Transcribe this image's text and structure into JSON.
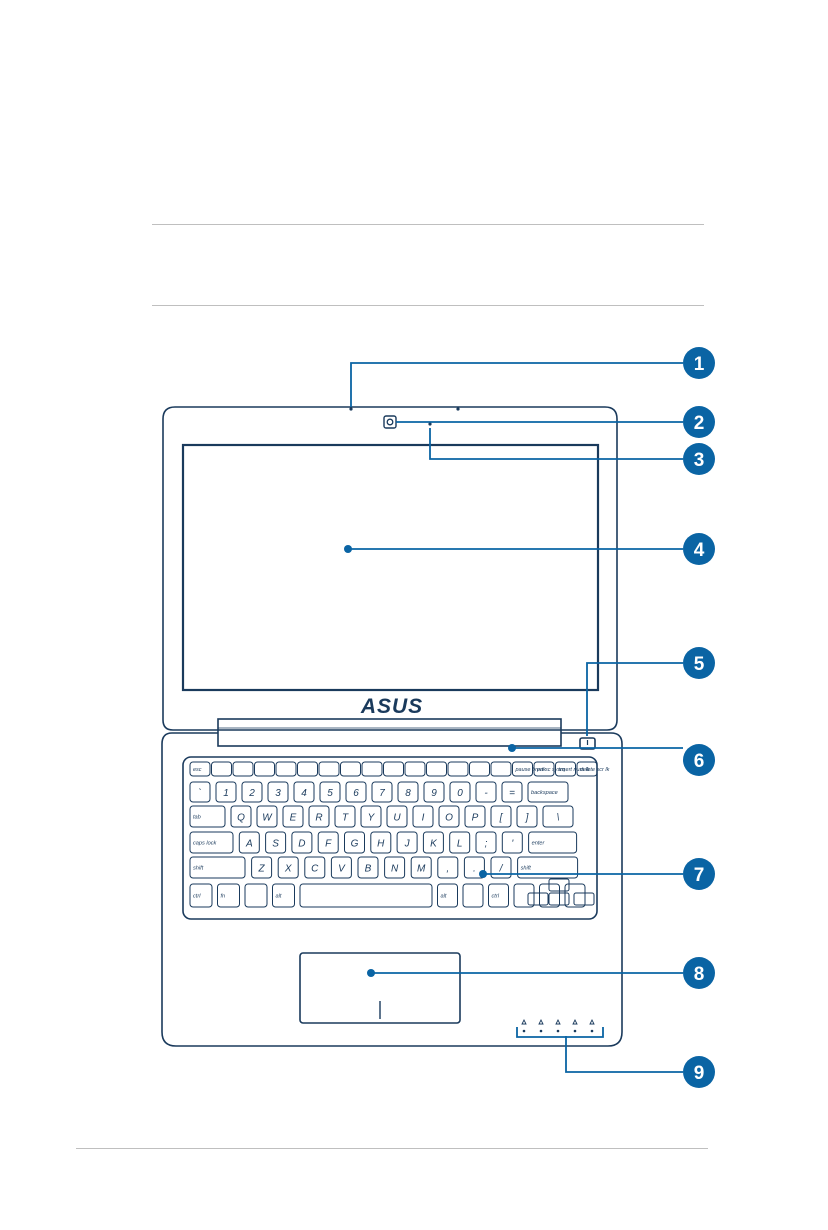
{
  "brand": {
    "logo": "ASUS"
  },
  "callouts": [
    "1",
    "2",
    "3",
    "4",
    "5",
    "6",
    "7",
    "8",
    "9"
  ],
  "keyboard": {
    "rows": [
      [
        "esc",
        "",
        "",
        "",
        "",
        "",
        "",
        "",
        "",
        "",
        "",
        "",
        "",
        "",
        "",
        "pause break",
        "prt sc sysrq",
        "insert num lk",
        "delete scr lk"
      ],
      [
        "`",
        "1",
        "2",
        "3",
        "4",
        "5",
        "6",
        "7",
        "8",
        "9",
        "0",
        "-",
        "=",
        "backspace"
      ],
      [
        "tab",
        "Q",
        "W",
        "E",
        "R",
        "T",
        "Y",
        "U",
        "I",
        "O",
        "P",
        "[",
        "]",
        "\\"
      ],
      [
        "caps lock",
        "A",
        "S",
        "D",
        "F",
        "G",
        "H",
        "J",
        "K",
        "L",
        ";",
        "'",
        "enter"
      ],
      [
        "shift",
        "Z",
        "X",
        "C",
        "V",
        "B",
        "N",
        "M",
        ",",
        ".",
        "/",
        "shift"
      ],
      [
        "ctrl",
        "fn",
        "",
        "alt",
        "",
        "alt",
        "",
        "ctrl",
        "",
        "",
        ""
      ]
    ]
  },
  "colors": {
    "accent": "#0a64a4",
    "outline": "#1a3a5c",
    "rule": "#bfbfbf"
  }
}
